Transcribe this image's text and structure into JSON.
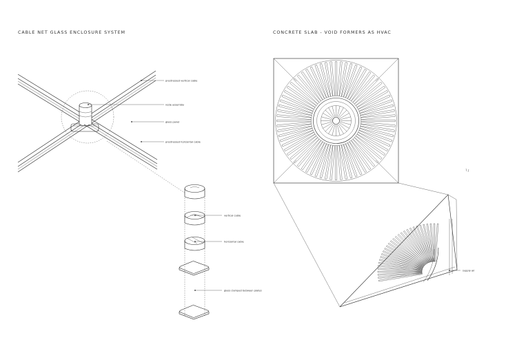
{
  "titles": {
    "left": "CABLE NET GLASS ENCLOSURE SYSTEM",
    "right": "CONCRETE SLAB - VOID FORMERS AS HVAC"
  },
  "labels": {
    "vertical_cable_prestressed": "prestressed vertical cable",
    "node_assembly": "node assembly",
    "glass_panel": "glass panel",
    "horizontal_cable_prestressed": "prestressed horizontal cable",
    "vertical_cable": "vertical cable",
    "horizontal_cable": "horizontal cable",
    "glass_clamped": "glass clamped between plates",
    "supply_air": "supply air"
  }
}
